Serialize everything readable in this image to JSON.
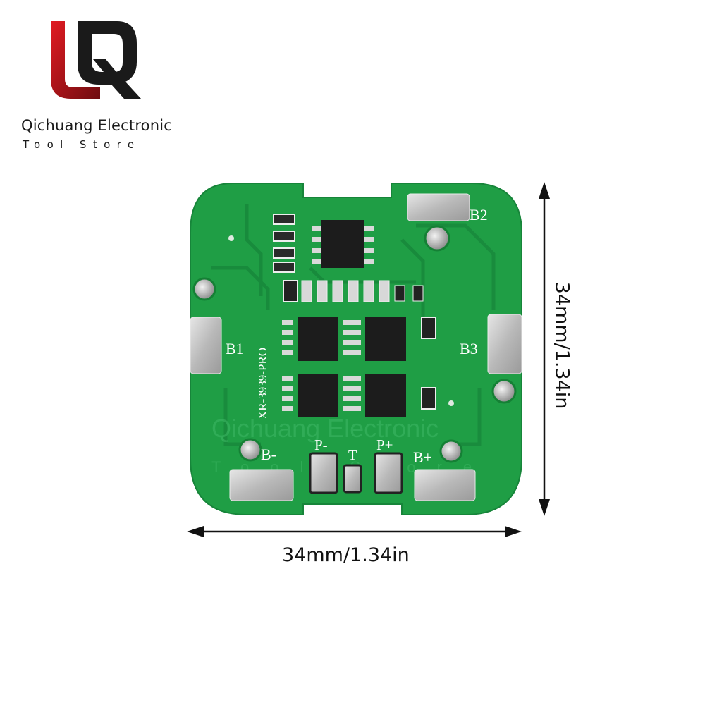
{
  "brand": {
    "name": "Qichuang Electronic",
    "subtitle": "Tool Store",
    "logo_icon": "lq-logo-icon",
    "colors": {
      "red": "#c0121b",
      "dark": "#1a1a1a"
    }
  },
  "product": {
    "board_color": "#1f9e45",
    "model_label": "XR-3939-PRO",
    "pads": {
      "b1": "B1",
      "b2": "B2",
      "b3": "B3",
      "b_minus": "B-",
      "b_plus": "B+",
      "p_minus": "P-",
      "p_plus": "P+",
      "t": "T"
    },
    "watermark_name": "Qichuang Electronic",
    "watermark_sub": "Tool Store"
  },
  "dimensions": {
    "width_label": "34mm/1.34in",
    "height_label": "34mm/1.34in"
  }
}
